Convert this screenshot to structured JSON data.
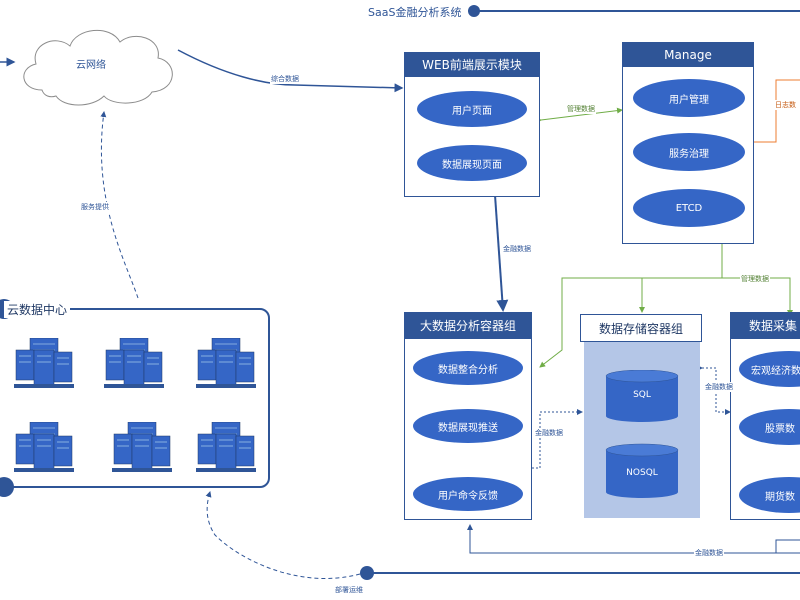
{
  "title": "SaaS金融分析系统",
  "cloud": {
    "label": "云网络"
  },
  "datacenter": {
    "label": "云数据中心",
    "server_count": 6
  },
  "web_module": {
    "title": "WEB前端展示模块",
    "items": [
      "用户页面",
      "数据展现页面"
    ]
  },
  "manage_module": {
    "title": "Manage",
    "items": [
      "用户管理",
      "服务治理",
      "ETCD"
    ]
  },
  "bigdata_group": {
    "title": "大数据分析容器组",
    "items": [
      "数据整合分析",
      "数据展现推送",
      "用户命令反馈"
    ]
  },
  "storage_group": {
    "title": "数据存储容器组",
    "items": [
      "SQL",
      "NOSQL"
    ]
  },
  "collect_group": {
    "title": "数据采集",
    "items": [
      "宏观经济数",
      "股票数",
      "期货数"
    ]
  },
  "edge_labels": {
    "cloud_to_web": "综合数据",
    "manage_web": "管理数据",
    "log": "日志数",
    "web_bigdata": "金融数据",
    "service": "服务提供",
    "manage_groups": "管理数据",
    "bigdata_storage": "金融数据",
    "storage_collect": "金融数据",
    "collect_bigdata": "金融数据",
    "deploy": "部署运维"
  },
  "colors": {
    "primary": "#2f5597",
    "pill": "#3566c6",
    "storage_bg": "#b4c6e7",
    "green_link": "#70ad47",
    "orange_link": "#ed7d31"
  }
}
